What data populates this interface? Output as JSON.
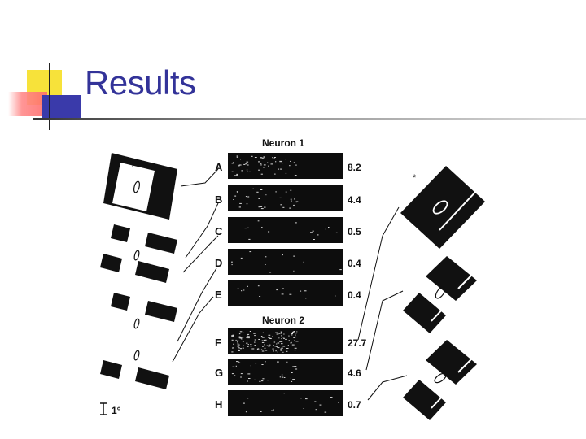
{
  "slide": {
    "title": "Results"
  },
  "figure": {
    "neuron1_label": "Neuron 1",
    "neuron2_label": "Neuron 2",
    "scale_label": "1°",
    "rows": [
      {
        "letter": "A",
        "value": "8.2"
      },
      {
        "letter": "B",
        "value": "4.4"
      },
      {
        "letter": "C",
        "value": "0.5"
      },
      {
        "letter": "D",
        "value": "0.4"
      },
      {
        "letter": "E",
        "value": "0.4"
      },
      {
        "letter": "F",
        "value": "27.7"
      },
      {
        "letter": "G",
        "value": "4.6"
      },
      {
        "letter": "H",
        "value": "0.7"
      }
    ],
    "star": "*"
  },
  "colors": {
    "title": "#333399",
    "accent_yellow": "#f7e23a",
    "accent_blue": "#3a3aaa",
    "accent_red": "#ff6b6b"
  }
}
